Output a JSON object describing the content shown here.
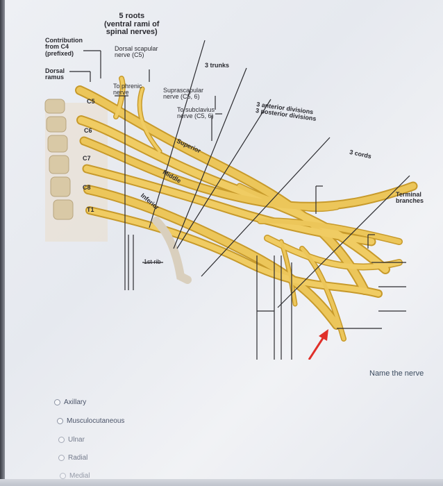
{
  "figure": {
    "labels": {
      "roots": [
        "5 roots",
        "(ventral rami of",
        "spinal nerves)"
      ],
      "contribution": [
        "Contribution",
        "from C4",
        "(prefixed)"
      ],
      "dorsal_ramus": [
        "Dorsal",
        "ramus"
      ],
      "dorsal_scapular": [
        "Dorsal scapular",
        "nerve (C5)"
      ],
      "trunks": "3 trunks",
      "to_phrenic": [
        "To phrenic",
        "nerve"
      ],
      "suprascapular": [
        "Suprascapular",
        "nerve (C5, 6)"
      ],
      "to_subclavius": [
        "To subclavius",
        "nerve (C5, 6)"
      ],
      "divisions": [
        "3 anterior divisions",
        "3 posterior divisions"
      ],
      "cords": "3 cords",
      "terminal": [
        "Terminal",
        "branches"
      ],
      "superior": "Superior",
      "middle": "Middle",
      "inferior": "Inferior",
      "first_rib": "1st rib",
      "c5": "C5",
      "c6": "C6",
      "c7": "C7",
      "c8": "C8",
      "t1": "T1"
    }
  },
  "question": {
    "prompt": "Name the nerve",
    "options": [
      "Axillary",
      "Musculocutaneous",
      "Ulnar",
      "Radial",
      "Medial"
    ]
  },
  "colors": {
    "nerve": "#e8c254",
    "nerve_dark": "#c79a2b",
    "bone": "#d9c9a6",
    "arrow": "#e0302a",
    "line": "#2b2b2f"
  }
}
